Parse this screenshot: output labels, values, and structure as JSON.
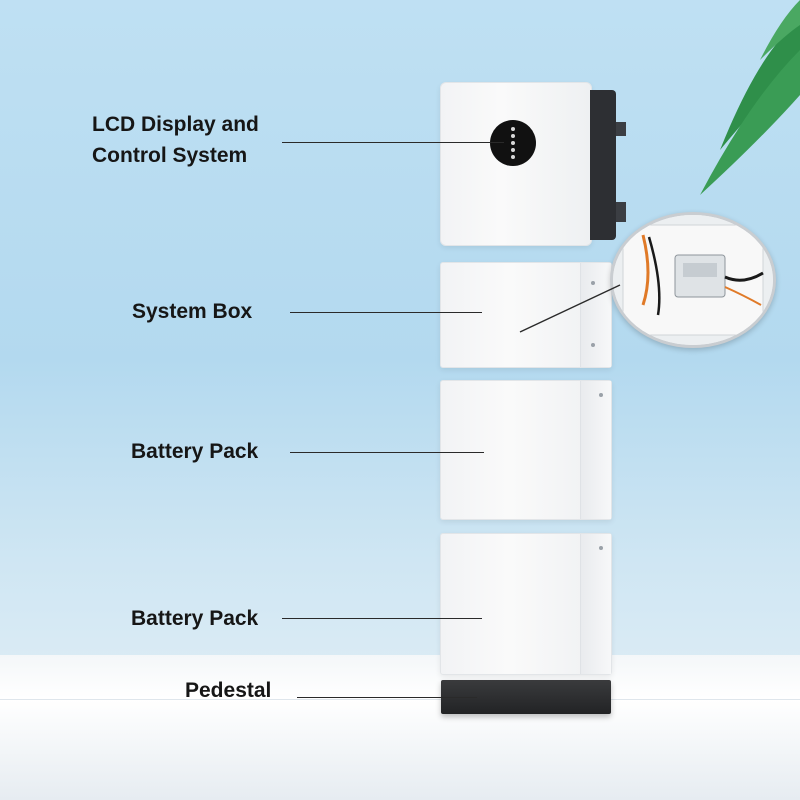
{
  "labels": {
    "lcd_line1": "LCD Display and",
    "lcd_line2": "Control System",
    "system_box": "System Box",
    "battery_pack_1": "Battery Pack",
    "battery_pack_2": "Battery Pack",
    "pedestal": "Pedestal"
  },
  "colors": {
    "background_top": "#bfe0f3",
    "module_white": "#f4f5f7",
    "pedestal_dark": "#2e2e2e",
    "leaf_green": "#2f8f4a"
  },
  "icons": {
    "inverter_display": "circular-led-panel-icon",
    "inset": "wiring-inset-icon",
    "plant": "palm-leaf-icon"
  }
}
